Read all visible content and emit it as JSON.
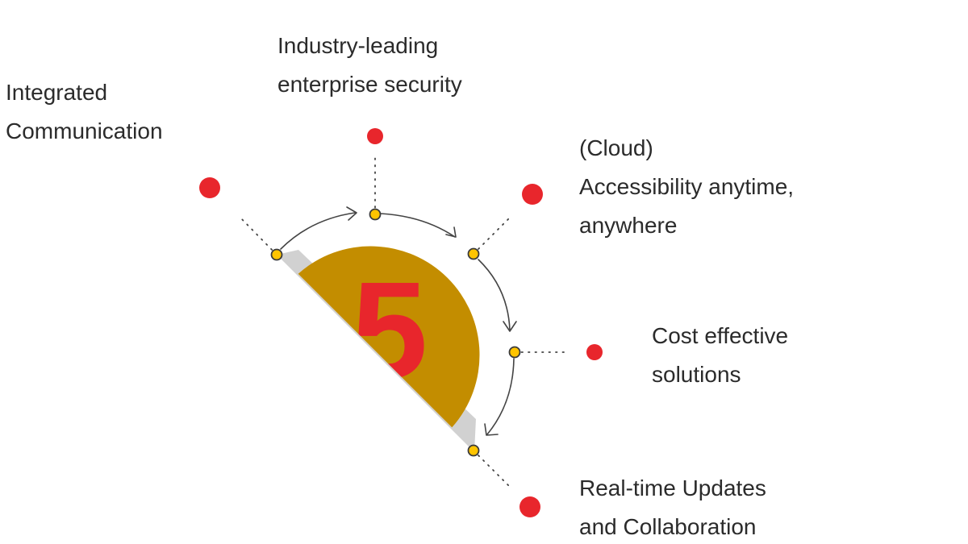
{
  "diagram": {
    "center_number": "5",
    "colors": {
      "semicircle": "#FFC400",
      "number": "#E8262C",
      "dot": "#E8262C",
      "node_fill": "#FFC400",
      "node_stroke": "#3a3a3a",
      "connector": "#444444",
      "text": "#2b2b2b"
    },
    "benefits": [
      {
        "line1": "Integrated",
        "line2": "Communication"
      },
      {
        "line1": "Industry-leading",
        "line2": "enterprise security"
      },
      {
        "line1": "(Cloud)",
        "line2": "Accessibility anytime,",
        "line3": "anywhere"
      },
      {
        "line1": "Cost effective",
        "line2": "solutions"
      },
      {
        "line1": "Real-time Updates",
        "line2": "and Collaboration"
      }
    ]
  }
}
